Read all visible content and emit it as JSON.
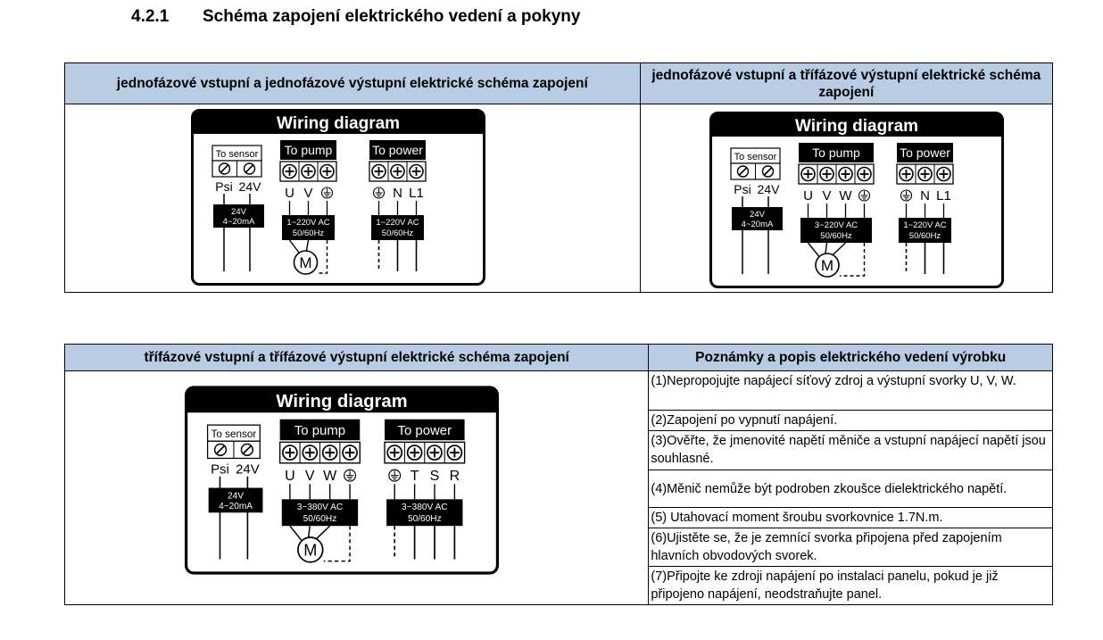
{
  "section": {
    "number": "4.2.1",
    "title": "Schéma zapojení elektrického vedení a pokyny"
  },
  "table1": {
    "left_header": "jednofázové vstupní a jednofázové výstupní elektrické schéma zapojení",
    "right_header": "jednofázové vstupní a třífázové výstupní elektrické schéma zapojení"
  },
  "table2": {
    "left_header": "třífázové vstupní a třífázové výstupní elektrické schéma zapojení",
    "right_header": "Poznámky a popis elektrického vedení výrobku",
    "notes": [
      "(1)Nepropojujte napájecí síťový zdroj a výstupní svorky U, V, W.",
      "(2)Zapojení po vypnutí napájení.",
      "(3)Ověřte, že jmenovité napětí měniče a vstupní napájecí napětí jsou souhlasné.",
      "(4)Měnič nemůže být podroben zkoušce dielektrického napětí.",
      "(5) Utahovací moment šroubu svorkovnice 1.7N.m.",
      "(6)Ujistěte se, že je zemnící svorka připojena před zapojením hlavních obvodových svorek.",
      "(7)Připojte ke zdroji napájení po instalaci panelu, pokud je již připojeno napájení, neodstraňujte panel."
    ]
  },
  "diagrams": {
    "d1": {
      "title": "Wiring diagram",
      "sensor": {
        "label": "To sensor",
        "terms": [
          "Psi",
          "24V"
        ],
        "box": [
          "24V",
          "4~20mA"
        ]
      },
      "pump": {
        "label": "To pump",
        "terms": [
          "U",
          "V",
          "⏚"
        ],
        "box": [
          "1~220V  AC",
          "50/60Hz"
        ],
        "motor": "M"
      },
      "power": {
        "label": "To power",
        "terms": [
          "⏚",
          "N",
          "L1"
        ],
        "box": [
          "1~220V  AC",
          "50/60Hz"
        ]
      }
    },
    "d2": {
      "title": "Wiring diagram",
      "sensor": {
        "label": "To sensor",
        "terms": [
          "Psi",
          "24V"
        ],
        "box": [
          "24V",
          "4~20mA"
        ]
      },
      "pump": {
        "label": "To pump",
        "terms": [
          "U",
          "V",
          "W",
          "⏚"
        ],
        "box": [
          "3~220V  AC",
          "50/60Hz"
        ],
        "motor": "M"
      },
      "power": {
        "label": "To power",
        "terms": [
          "⏚",
          "N",
          "L1"
        ],
        "box": [
          "1~220V  AC",
          "50/60Hz"
        ]
      }
    },
    "d3": {
      "title": "Wiring diagram",
      "sensor": {
        "label": "To sensor",
        "terms": [
          "Psi",
          "24V"
        ],
        "box": [
          "24V",
          "4~20mA"
        ]
      },
      "pump": {
        "label": "To pump",
        "terms": [
          "U",
          "V",
          "W",
          "⏚"
        ],
        "box": [
          "3~380V  AC",
          "50/60Hz"
        ],
        "motor": "M"
      },
      "power": {
        "label": "To power",
        "terms": [
          "⏚",
          "T",
          "S",
          "R"
        ],
        "box": [
          "3~380V  AC",
          "50/60Hz"
        ]
      }
    }
  }
}
